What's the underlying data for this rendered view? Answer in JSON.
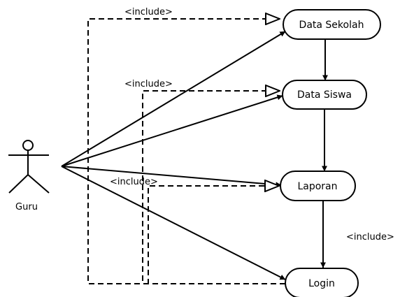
{
  "actor": {
    "name": "Guru"
  },
  "use_cases": {
    "data_sekolah": "Data Sekolah",
    "data_siswa": "Data Siswa",
    "laporan": "Laporan",
    "login": "Login"
  },
  "relations": {
    "include_label": "<include>"
  }
}
